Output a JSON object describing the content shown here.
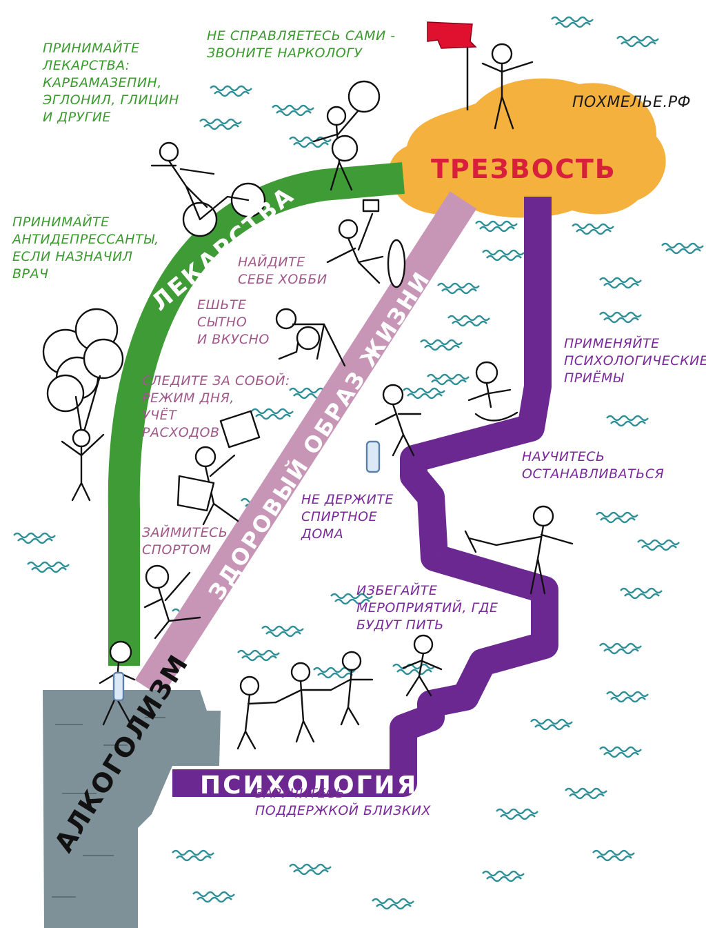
{
  "goal": "ТРЕЗВОСТЬ",
  "start": "АЛКОГОЛИЗМ",
  "brand": "ПОХМЕЛЬЕ.РФ",
  "paths": {
    "medicine": "ЛЕКАРСТВА",
    "healthy": "ЗДОРОВЫЙ ОБРАЗ ЖИЗНИ",
    "psychology": "ПСИХОЛОГИЯ"
  },
  "notes": {
    "call_narcologist": "НЕ СПРАВЛЯЕТЕСЬ САМИ -\nЗВОНИТЕ НАРКОЛОГУ",
    "take_meds": "ПРИНИМАЙТЕ\nЛЕКАРСТВА:\nКАРБАМАЗЕПИН,\nЭГЛОНИЛ, ГЛИЦИН\nИ ДРУГИЕ",
    "antidepressants": "ПРИНИМАЙТЕ\nАНТИДЕПРЕССАНТЫ,\nЕСЛИ НАЗНАЧИЛ\nВРАЧ",
    "hobby": "НАЙДИТЕ\nСЕБЕ ХОББИ",
    "eat": "ЕШЬТЕ\nСЫТНО\nИ ВКУСНО",
    "routine": "СЛЕДИТЕ ЗА СОБОЙ:\nРЕЖИМ ДНЯ,\nУЧЁТ\nРАСХОДОВ",
    "sport": "ЗАЙМИТЕСЬ\nСПОРТОМ",
    "no_alcohol_home": "НЕ ДЕРЖИТЕ\nСПИРТНОЕ\nДОМА",
    "avoid_events": "ИЗБЕГАЙТЕ\nМЕРОПРИЯТИЙ, ГДЕ\nБУДУТ ПИТЬ",
    "psych_techniques": "ПРИМЕНЯЙТЕ\nПСИХОЛОГИЧЕСКИЕ\nПРИЁМЫ",
    "learn_stop": "НАУЧИТЕСЬ\nОСТАНАВЛИВАТЬСЯ",
    "family_support": "ЗАРУЧИТЕСЬ\nПОДДЕРЖКОЙ БЛИЗКИХ"
  },
  "colors": {
    "medicine": "#3f9b35",
    "healthy": "#c796b6",
    "psychology": "#6b2891",
    "goal_cloud": "#f5b13d",
    "goal_text": "#d81f3b",
    "rock": "#7f9198",
    "waves": "#2f8f96"
  }
}
